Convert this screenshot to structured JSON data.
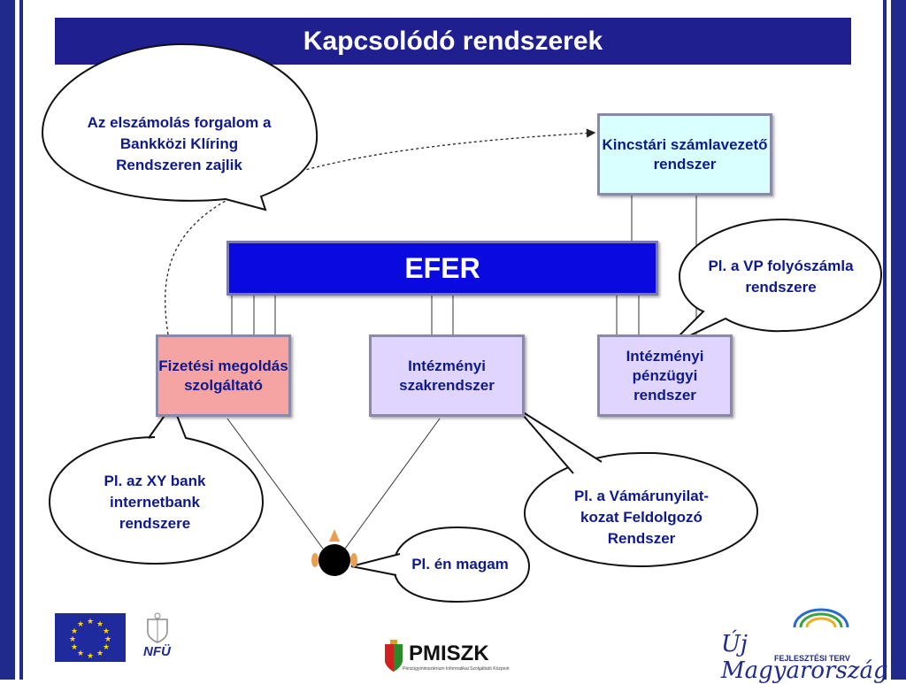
{
  "title": "Kapcsolódó rendszerek",
  "boxes": {
    "kincstar": "Kincstári számlavezető rendszer",
    "efer": "EFER",
    "fizetesi": "Fizetési megoldás szolgáltató",
    "szak": "Intézményi szakrendszer",
    "penzugyi": "Intézményi pénzügyi rendszer"
  },
  "callouts": {
    "bankkozi": "Az elszámolás forgalom a Bankközi Klíring Rendszeren zajlik",
    "vp": "Pl. a VP folyószámla rendszere",
    "xy": "Pl. az XY bank internetbank rendszere",
    "vam": "Pl. a Vámárunyilat-kozat Feldolgozó Rendszer",
    "en": "Pl. én magam"
  },
  "footer": {
    "nfu": "NFÜ",
    "pmiszk": "PMISZK",
    "pmiszk_sub": "Pénzügyminisztérium Informatikai Szolgáltató Központ",
    "ujm": "Új Magyarország",
    "ujm_sub": "FEJLESZTÉSI TERV"
  },
  "colors": {
    "frame": "#1f2a8c",
    "title_bg": "#1f1f8f",
    "efer": "#0a0ae0",
    "kincstar": "#d9ffff",
    "fizetesi": "#f5a3a3",
    "intezmenyi": "#e0d5ff",
    "text": "#0f1a8a"
  }
}
